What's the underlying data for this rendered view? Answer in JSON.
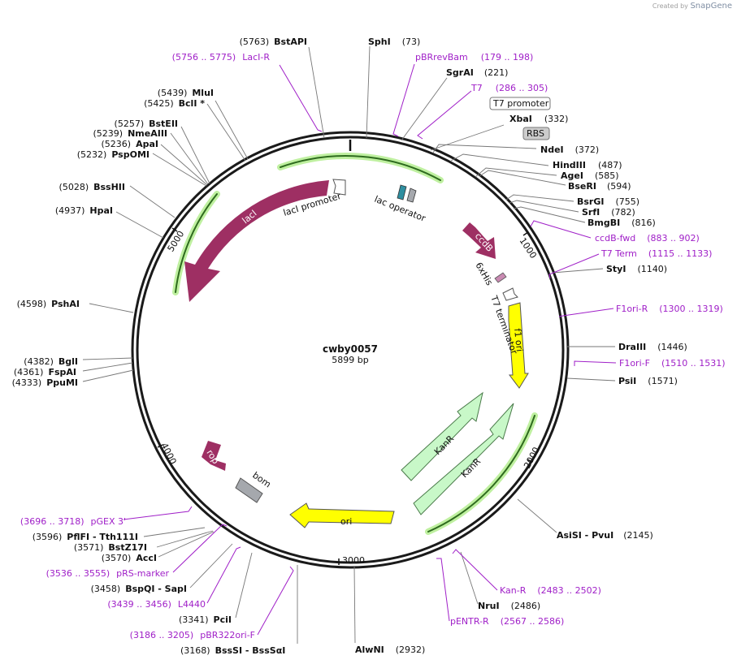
{
  "credit": {
    "prefix": "Created by",
    "brand": "SnapGene"
  },
  "plasmid": {
    "name": "cwby0057",
    "size_label": "5899 bp",
    "length": 5899
  },
  "ticks": [
    "1000",
    "2000",
    "3000",
    "4000",
    "5000"
  ],
  "enzymes_right": [
    {
      "name": "SphI",
      "pos": "(73)"
    },
    {
      "name": "SgrAI",
      "pos": "(221)"
    },
    {
      "name": "XbaI",
      "pos": "(332)"
    },
    {
      "name": "NdeI",
      "pos": "(372)"
    },
    {
      "name": "HindIII",
      "pos": "(487)"
    },
    {
      "name": "AgeI",
      "pos": "(585)"
    },
    {
      "name": "BseRI",
      "pos": "(594)"
    },
    {
      "name": "BsrGI",
      "pos": "(755)"
    },
    {
      "name": "SrfI",
      "pos": "(782)"
    },
    {
      "name": "BmgBI",
      "pos": "(816)"
    },
    {
      "name": "StyI",
      "pos": "(1140)"
    },
    {
      "name": "DraIII",
      "pos": "(1446)"
    },
    {
      "name": "PsiI",
      "pos": "(1571)"
    },
    {
      "name": "AsiSI - PvuI",
      "pos": "(2145)"
    },
    {
      "name": "NruI",
      "pos": "(2486)"
    },
    {
      "name": "AlwNI",
      "pos": "(2932)"
    },
    {
      "name": "BssSI - BssSαI",
      "pos": "(3168)"
    }
  ],
  "enzymes_left": [
    {
      "name": "BstAPI",
      "pos": "(5763)"
    },
    {
      "name": "MluI",
      "pos": "(5439)"
    },
    {
      "name": "BclI *",
      "pos": "(5425)"
    },
    {
      "name": "BstEII",
      "pos": "(5257)"
    },
    {
      "name": "NmeAIII",
      "pos": "(5239)"
    },
    {
      "name": "ApaI",
      "pos": "(5236)"
    },
    {
      "name": "PspOMI",
      "pos": "(5232)"
    },
    {
      "name": "BssHII",
      "pos": "(5028)"
    },
    {
      "name": "HpaI",
      "pos": "(4937)"
    },
    {
      "name": "PshAI",
      "pos": "(4598)"
    },
    {
      "name": "BglI",
      "pos": "(4382)"
    },
    {
      "name": "FspAI",
      "pos": "(4361)"
    },
    {
      "name": "PpuMI",
      "pos": "(4333)"
    },
    {
      "name": "PflFI - Tth111I",
      "pos": "(3596)"
    },
    {
      "name": "BstZ17I",
      "pos": "(3571)"
    },
    {
      "name": "AccI",
      "pos": "(3570)"
    },
    {
      "name": "BspQI - SapI",
      "pos": "(3458)"
    },
    {
      "name": "PciI",
      "pos": "(3341)"
    }
  ],
  "primers_right": [
    {
      "name": "pBRrevBam",
      "range": "(179 .. 198)"
    },
    {
      "name": "T7",
      "range": "(286 .. 305)"
    },
    {
      "name": "ccdB-fwd",
      "range": "(883 .. 902)"
    },
    {
      "name": "T7 Term",
      "range": "(1115 .. 1133)"
    },
    {
      "name": "F1ori-R",
      "range": "(1300 .. 1319)"
    },
    {
      "name": "F1ori-F",
      "range": "(1510 .. 1531)"
    },
    {
      "name": "Kan-R",
      "range": "(2483 .. 2502)"
    },
    {
      "name": "pENTR-R",
      "range": "(2567 .. 2586)"
    }
  ],
  "primers_left": [
    {
      "name": "LacI-R",
      "range": "(5756 .. 5775)"
    },
    {
      "name": "pGEX 3'",
      "range": "(3696 .. 3718)"
    },
    {
      "name": "pRS-marker",
      "range": "(3536 .. 3555)"
    },
    {
      "name": "L4440",
      "range": "(3439 .. 3456)"
    },
    {
      "name": "pBR322ori-F",
      "range": "(3186 .. 3205)"
    }
  ],
  "boxed_labels": [
    "T7 promoter",
    "RBS"
  ],
  "features": {
    "lac_operator": "lac operator",
    "ccdB": "ccdB",
    "his": "6xHis",
    "t7_terminator": "T7 terminator",
    "f1_ori": "f1 ori",
    "kanr1": "KanR",
    "kanr2": "KanR",
    "ori": "ori",
    "bom": "bom",
    "rop": "rop",
    "laci": "lacI",
    "laci_promoter": "lacI promoter"
  },
  "colors": {
    "backbone": "#1a1a1a",
    "gene": "#9e2f63",
    "ori": "#ffff00",
    "marker": "#c8f8c8",
    "primer": "#a020c8",
    "bom": "#a5a8ad",
    "highlight": "#bff0a0"
  }
}
